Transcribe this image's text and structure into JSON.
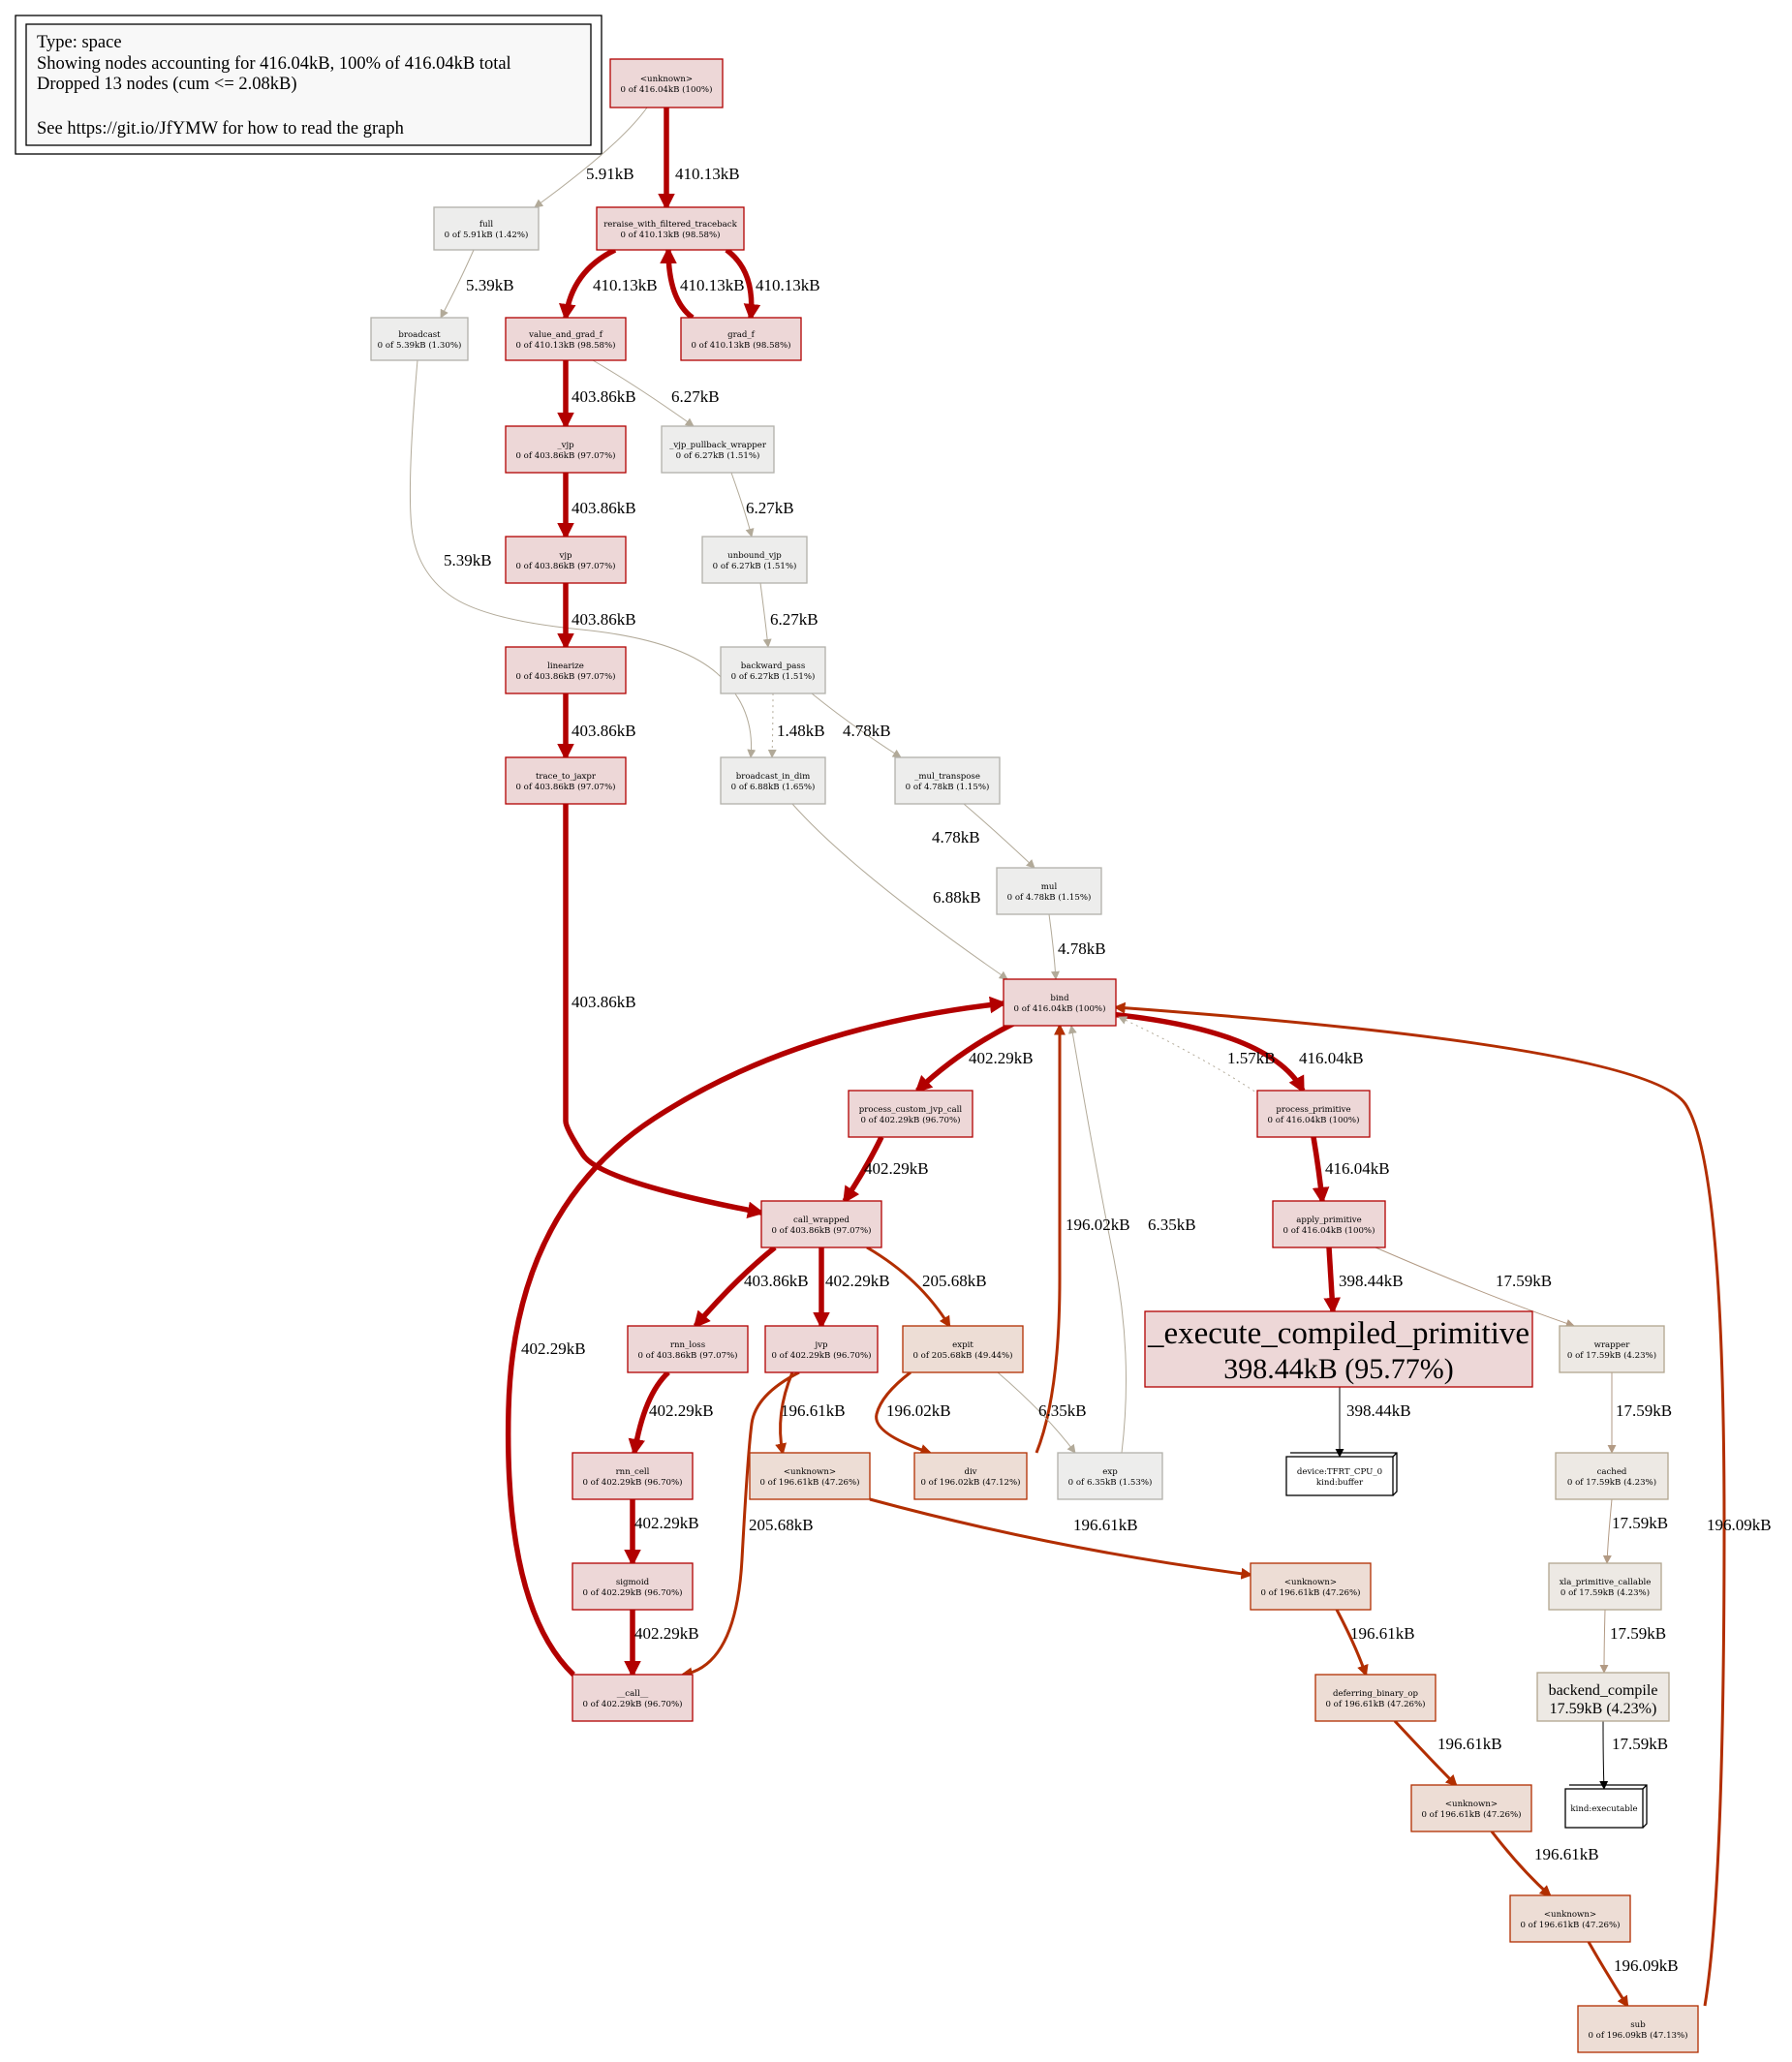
{
  "legend": {
    "lines": [
      "Type: space",
      "Showing nodes accounting for 416.04kB, 100% of 416.04kB total",
      "Dropped 13 nodes (cum <= 2.08kB)",
      "",
      "See https://git.io/JfYMW for how to read the graph"
    ]
  },
  "colors": {
    "hot_edge": "#b20000",
    "warm_edge": "#b22e00",
    "cool_edge": "#b2aa99",
    "tan_edge": "#b29a84",
    "hot_fill": "#edd7d7",
    "hot_border": "#b20000",
    "warm_fill": "#edddd5",
    "warm_border": "#b22e00",
    "cool_fill": "#ededec",
    "cool_border": "#b2b0aa",
    "tan_fill": "#ede9e4",
    "tan_border": "#b2a68f"
  },
  "nodes": {
    "unknown_root": {
      "name": "<unknown>",
      "value": "0 of 416.04kB (100%)"
    },
    "full": {
      "name": "full",
      "value": "0 of 5.91kB (1.42%)"
    },
    "reraise": {
      "name": "reraise_with_filtered_traceback",
      "value": "0 of 410.13kB (98.58%)"
    },
    "broadcast": {
      "name": "broadcast",
      "value": "0 of 5.39kB (1.30%)"
    },
    "value_and_grad_f": {
      "name": "value_and_grad_f",
      "value": "0 of 410.13kB (98.58%)"
    },
    "grad_f": {
      "name": "grad_f",
      "value": "0 of 410.13kB (98.58%)"
    },
    "_vjp": {
      "name": "_vjp",
      "value": "0 of 403.86kB (97.07%)"
    },
    "vjp_pullback_wrapper": {
      "name": "_vjp_pullback_wrapper",
      "value": "0 of 6.27kB (1.51%)"
    },
    "vjp": {
      "name": "vjp",
      "value": "0 of 403.86kB (97.07%)"
    },
    "unbound_vjp": {
      "name": "unbound_vjp",
      "value": "0 of 6.27kB (1.51%)"
    },
    "linearize": {
      "name": "linearize",
      "value": "0 of 403.86kB (97.07%)"
    },
    "backward_pass": {
      "name": "backward_pass",
      "value": "0 of 6.27kB (1.51%)"
    },
    "trace_to_jaxpr": {
      "name": "trace_to_jaxpr",
      "value": "0 of 403.86kB (97.07%)"
    },
    "broadcast_in_dim": {
      "name": "broadcast_in_dim",
      "value": "0 of 6.88kB (1.65%)"
    },
    "mul_transpose": {
      "name": "_mul_transpose",
      "value": "0 of 4.78kB (1.15%)"
    },
    "mul": {
      "name": "mul",
      "value": "0 of 4.78kB (1.15%)"
    },
    "bind": {
      "name": "bind",
      "value": "0 of 416.04kB (100%)"
    },
    "process_custom_jvp_call": {
      "name": "process_custom_jvp_call",
      "value": "0 of 402.29kB (96.70%)"
    },
    "process_primitive": {
      "name": "process_primitive",
      "value": "0 of 416.04kB (100%)"
    },
    "call_wrapped": {
      "name": "call_wrapped",
      "value": "0 of 403.86kB (97.07%)"
    },
    "apply_primitive": {
      "name": "apply_primitive",
      "value": "0 of 416.04kB (100%)"
    },
    "rnn_loss": {
      "name": "rnn_loss",
      "value": "0 of 403.86kB (97.07%)"
    },
    "jvp": {
      "name": "jvp",
      "value": "0 of 402.29kB (96.70%)"
    },
    "expit": {
      "name": "expit",
      "value": "0 of 205.68kB (49.44%)"
    },
    "execute_compiled": {
      "name": "_execute_compiled_primitive",
      "value": "398.44kB (95.77%)"
    },
    "wrapper": {
      "name": "wrapper",
      "value": "0 of 17.59kB (4.23%)"
    },
    "rnn_cell": {
      "name": "rnn_cell",
      "value": "0 of 402.29kB (96.70%)"
    },
    "unknown_jvp": {
      "name": "<unknown>",
      "value": "0 of 196.61kB (47.26%)"
    },
    "div": {
      "name": "div",
      "value": "0 of 196.02kB (47.12%)"
    },
    "exp": {
      "name": "exp",
      "value": "0 of 6.35kB (1.53%)"
    },
    "device_buffer": {
      "name": "device:TFRT_CPU_0",
      "value": "kind:buffer"
    },
    "cached": {
      "name": "cached",
      "value": "0 of 17.59kB (4.23%)"
    },
    "sigmoid": {
      "name": "sigmoid",
      "value": "0 of 402.29kB (96.70%)"
    },
    "unknown_b": {
      "name": "<unknown>",
      "value": "0 of 196.61kB (47.26%)"
    },
    "xla_primitive_callable": {
      "name": "xla_primitive_callable",
      "value": "0 of 17.59kB (4.23%)"
    },
    "backend_compile": {
      "name": "backend_compile",
      "value": "17.59kB (4.23%)"
    },
    "call": {
      "name": "__call__",
      "value": "0 of 402.29kB (96.70%)"
    },
    "deferring_binary_op": {
      "name": "deferring_binary_op",
      "value": "0 of 196.61kB (47.26%)"
    },
    "unknown_c": {
      "name": "<unknown>",
      "value": "0 of 196.61kB (47.26%)"
    },
    "kind_executable": {
      "name": "kind:executable",
      "value": ""
    },
    "unknown_d": {
      "name": "<unknown>",
      "value": "0 of 196.61kB (47.26%)"
    },
    "sub": {
      "name": "sub",
      "value": "0 of 196.09kB (47.13%)"
    }
  },
  "edges": [
    {
      "from": "unknown_root",
      "to": "full",
      "label": "5.91kB",
      "style": "cool",
      "width": 1
    },
    {
      "from": "unknown_root",
      "to": "reraise",
      "label": "410.13kB",
      "style": "hot",
      "width": 5
    },
    {
      "from": "full",
      "to": "broadcast",
      "label": "5.39kB",
      "style": "cool",
      "width": 1
    },
    {
      "from": "reraise",
      "to": "value_and_grad_f",
      "label": "410.13kB",
      "style": "hot",
      "width": 5
    },
    {
      "from": "grad_f",
      "to": "reraise",
      "label": "410.13kB",
      "style": "hot",
      "width": 5
    },
    {
      "from": "reraise",
      "to": "grad_f",
      "label": "410.13kB",
      "style": "hot",
      "width": 5
    },
    {
      "from": "value_and_grad_f",
      "to": "_vjp",
      "label": "403.86kB",
      "style": "hot",
      "width": 5
    },
    {
      "from": "value_and_grad_f",
      "to": "vjp_pullback_wrapper",
      "label": "6.27kB",
      "style": "cool",
      "width": 1
    },
    {
      "from": "_vjp",
      "to": "vjp",
      "label": "403.86kB",
      "style": "hot",
      "width": 5
    },
    {
      "from": "vjp_pullback_wrapper",
      "to": "unbound_vjp",
      "label": "6.27kB",
      "style": "cool",
      "width": 1
    },
    {
      "from": "broadcast",
      "to": "broadcast_in_dim",
      "label": "5.39kB",
      "style": "cool",
      "width": 1
    },
    {
      "from": "vjp",
      "to": "linearize",
      "label": "403.86kB",
      "style": "hot",
      "width": 5
    },
    {
      "from": "unbound_vjp",
      "to": "backward_pass",
      "label": "6.27kB",
      "style": "cool",
      "width": 1
    },
    {
      "from": "linearize",
      "to": "trace_to_jaxpr",
      "label": "403.86kB",
      "style": "hot",
      "width": 5
    },
    {
      "from": "backward_pass",
      "to": "broadcast_in_dim",
      "label": "1.48kB",
      "style": "dotted",
      "width": 1
    },
    {
      "from": "backward_pass",
      "to": "mul_transpose",
      "label": "4.78kB",
      "style": "cool",
      "width": 1
    },
    {
      "from": "mul_transpose",
      "to": "mul",
      "label": "4.78kB",
      "style": "cool",
      "width": 1
    },
    {
      "from": "broadcast_in_dim",
      "to": "bind",
      "label": "6.88kB",
      "style": "cool",
      "width": 1
    },
    {
      "from": "mul",
      "to": "bind",
      "label": "4.78kB",
      "style": "cool",
      "width": 1
    },
    {
      "from": "trace_to_jaxpr",
      "to": "call_wrapped",
      "label": "403.86kB",
      "style": "hot",
      "width": 5
    },
    {
      "from": "bind",
      "to": "process_custom_jvp_call",
      "label": "402.29kB",
      "style": "hot",
      "width": 5
    },
    {
      "from": "bind",
      "to": "process_primitive",
      "label": "416.04kB",
      "style": "hot",
      "width": 5
    },
    {
      "from": "process_primitive",
      "to": "bind",
      "label": "1.57kB",
      "style": "dotted",
      "width": 1
    },
    {
      "from": "process_custom_jvp_call",
      "to": "call_wrapped",
      "label": "402.29kB",
      "style": "hot",
      "width": 5
    },
    {
      "from": "process_primitive",
      "to": "apply_primitive",
      "label": "416.04kB",
      "style": "hot",
      "width": 5
    },
    {
      "from": "call_wrapped",
      "to": "rnn_loss",
      "label": "403.86kB",
      "style": "hot",
      "width": 5
    },
    {
      "from": "call_wrapped",
      "to": "jvp",
      "label": "402.29kB",
      "style": "hot",
      "width": 5
    },
    {
      "from": "call_wrapped",
      "to": "expit",
      "label": "205.68kB",
      "style": "warm",
      "width": 3
    },
    {
      "from": "apply_primitive",
      "to": "execute_compiled",
      "label": "398.44kB",
      "style": "hot",
      "width": 5
    },
    {
      "from": "apply_primitive",
      "to": "wrapper",
      "label": "17.59kB",
      "style": "tan",
      "width": 1
    },
    {
      "from": "call",
      "to": "bind",
      "label": "402.29kB",
      "style": "hot",
      "width": 5
    },
    {
      "from": "div",
      "to": "bind",
      "label": "196.02kB",
      "style": "warm",
      "width": 3
    },
    {
      "from": "exp",
      "to": "bind",
      "label": "6.35kB",
      "style": "cool",
      "width": 1
    },
    {
      "from": "sub",
      "to": "bind",
      "label": "196.09kB",
      "style": "warm",
      "width": 3
    },
    {
      "from": "rnn_loss",
      "to": "rnn_cell",
      "label": "402.29kB",
      "style": "hot",
      "width": 5
    },
    {
      "from": "jvp",
      "to": "unknown_jvp",
      "label": "196.61kB",
      "style": "warm",
      "width": 3
    },
    {
      "from": "expit",
      "to": "div",
      "label": "196.02kB",
      "style": "warm",
      "width": 3
    },
    {
      "from": "expit",
      "to": "exp",
      "label": "6.35kB",
      "style": "cool",
      "width": 1
    },
    {
      "from": "jvp",
      "to": "call",
      "label": "205.68kB",
      "style": "warm",
      "width": 3
    },
    {
      "from": "execute_compiled",
      "to": "device_buffer",
      "label": "398.44kB",
      "style": "black",
      "width": 1
    },
    {
      "from": "wrapper",
      "to": "cached",
      "label": "17.59kB",
      "style": "tan",
      "width": 1
    },
    {
      "from": "rnn_cell",
      "to": "sigmoid",
      "label": "402.29kB",
      "style": "hot",
      "width": 5
    },
    {
      "from": "unknown_jvp",
      "to": "unknown_b",
      "label": "196.61kB",
      "style": "warm",
      "width": 3
    },
    {
      "from": "cached",
      "to": "xla_primitive_callable",
      "label": "17.59kB",
      "style": "tan",
      "width": 1
    },
    {
      "from": "sigmoid",
      "to": "call",
      "label": "402.29kB",
      "style": "hot",
      "width": 5
    },
    {
      "from": "xla_primitive_callable",
      "to": "backend_compile",
      "label": "17.59kB",
      "style": "tan",
      "width": 1
    },
    {
      "from": "unknown_b",
      "to": "deferring_binary_op",
      "label": "196.61kB",
      "style": "warm",
      "width": 3
    },
    {
      "from": "backend_compile",
      "to": "kind_executable",
      "label": "17.59kB",
      "style": "black",
      "width": 1
    },
    {
      "from": "deferring_binary_op",
      "to": "unknown_c",
      "label": "196.61kB",
      "style": "warm",
      "width": 3
    },
    {
      "from": "unknown_c",
      "to": "unknown_d",
      "label": "196.61kB",
      "style": "warm",
      "width": 3
    },
    {
      "from": "unknown_d",
      "to": "sub",
      "label": "196.09kB",
      "style": "warm",
      "width": 3
    }
  ]
}
